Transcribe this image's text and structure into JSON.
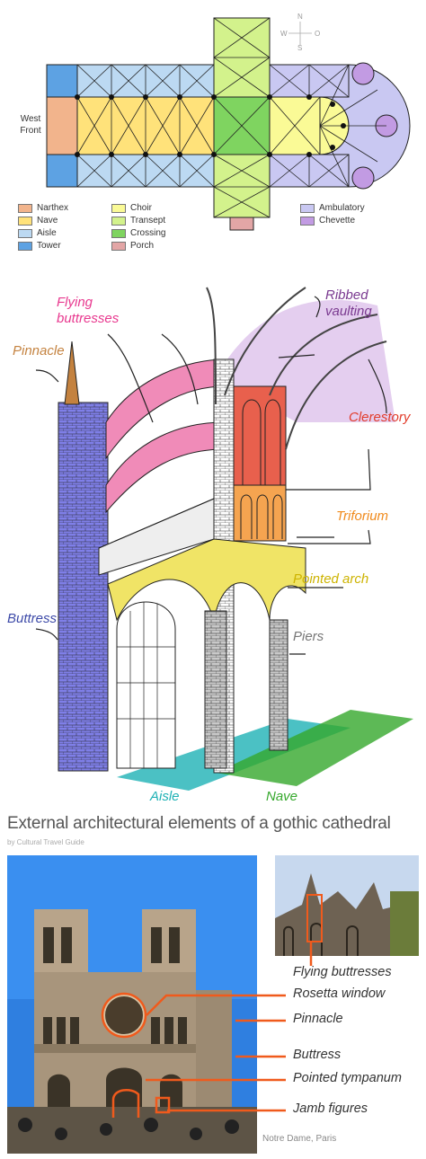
{
  "floor_plan": {
    "west_front": "West\nFront",
    "compass": {
      "n": "N",
      "s": "S",
      "w": "W",
      "e": "O"
    },
    "legend": [
      {
        "label": "Narthex",
        "color": "#f2b48c"
      },
      {
        "label": "Nave",
        "color": "#ffe27a"
      },
      {
        "label": "Aisle",
        "color": "#bcd9f2"
      },
      {
        "label": "Tower",
        "color": "#5da2e3"
      },
      {
        "label": "Choir",
        "color": "#fafa96"
      },
      {
        "label": "Transept",
        "color": "#d3f28c"
      },
      {
        "label": "Crossing",
        "color": "#7fd460"
      },
      {
        "label": "Porch",
        "color": "#e3a6a6"
      },
      {
        "label": "Ambulatory",
        "color": "#c9c8f2"
      },
      {
        "label": "Chevette",
        "color": "#c29be3"
      }
    ]
  },
  "section": {
    "labels": {
      "flying_buttresses": "Flying\nbuttresses",
      "ribbed_vaulting": "Ribbed\nvaulting",
      "pinnacle": "Pinnacle",
      "clerestory": "Clerestory",
      "triforium": "Triforium",
      "pointed_arch": "Pointed arch",
      "buttress": "Buttress",
      "piers": "Piers",
      "aisle": "Aisle",
      "nave": "Nave"
    },
    "colors": {
      "flying_buttresses": "#e8398f",
      "ribbed_vaulting": "#7a3a90",
      "pinnacle": "#c4823f",
      "clerestory": "#e23d2c",
      "triforium": "#f08a1c",
      "pointed_arch": "#cdb300",
      "buttress": "#3d4aa8",
      "piers": "#777777",
      "aisle": "#1eb1b5",
      "nave": "#35a82c"
    }
  },
  "external": {
    "title": "External architectural elements of a gothic cathedral",
    "byline": "by Cultural Travel Guide",
    "labels": [
      "Flying buttresses",
      "Rosetta window",
      "Pinnacle",
      "Buttress",
      "Pointed tympanum",
      "Jamb figures"
    ],
    "caption": "Notre Dame, Paris",
    "accent_color": "#f05a1c"
  }
}
